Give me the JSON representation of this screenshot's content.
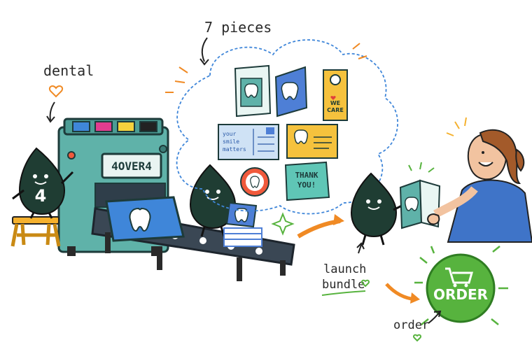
{
  "labels": {
    "dental": "dental",
    "pieces": "7 pieces",
    "launch": "launch",
    "bundle": "bundle",
    "order": "order"
  },
  "printer": {
    "brand": "4OVER4"
  },
  "mascot": {
    "badge": "4"
  },
  "cards": {
    "postcard_line1": "your",
    "postcard_line2": "smile",
    "postcard_line3": "matters",
    "hanger_line1": "WE",
    "hanger_line2": "CARE",
    "thankyou_line1": "THANK",
    "thankyou_line2": "YOU!"
  },
  "order_button": {
    "label": "ORDER"
  },
  "colors": {
    "teal": "#5fb2a9",
    "dark_green": "#1f3d33",
    "orange": "#f08a24",
    "order_green": "#57b33e",
    "blue": "#4e7fd6",
    "yellow": "#f5c23d"
  }
}
